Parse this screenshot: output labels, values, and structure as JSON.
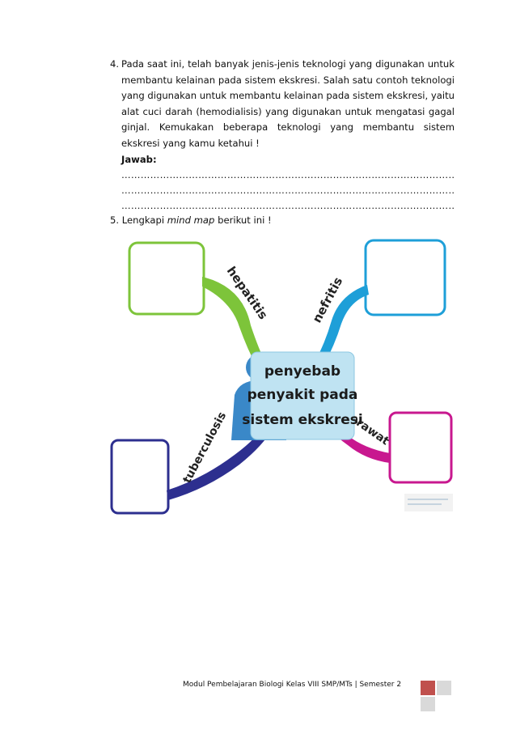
{
  "question4": {
    "number": "4.",
    "text": "Pada saat ini, telah banyak jenis-jenis teknologi yang digunakan untuk membantu kelainan pada sistem ekskresi. Salah satu contoh teknologi yang digunakan untuk membantu kelainan pada sistem ekskresi, yaitu alat cuci darah (hemodialisis) yang digunakan untuk mengatasi gagal ginjal. Kemukakan beberapa teknologi yang membantu sistem ekskresi yang kamu ketahui !",
    "answer_label": "Jawab:",
    "answer_lines": [
      "……………………………………………………………………………………………………",
      "……………………………………………………………………………………………………",
      "……………………………………………………………………………………………………"
    ]
  },
  "question5": {
    "number": "5.",
    "text_before": "Lengkapi ",
    "text_italic": "mind map",
    "text_after": " berikut ini !"
  },
  "mindmap": {
    "center_lines": [
      "penyebab",
      "penyakit pada",
      "sistem ekskresi"
    ],
    "branches": [
      {
        "label": "hepatitis",
        "color": "#7dc43a"
      },
      {
        "label": "nefritis",
        "color": "#1e9fd8"
      },
      {
        "label": "tuberculosis",
        "color": "#2d2f8f"
      },
      {
        "label": "jerawat",
        "color": "#c8188f"
      }
    ],
    "center_color": "#bfe3f2"
  },
  "footer": {
    "text": "Modul Pembelajaran Biologi Kelas VIII SMP/MTs | Semester 2"
  }
}
